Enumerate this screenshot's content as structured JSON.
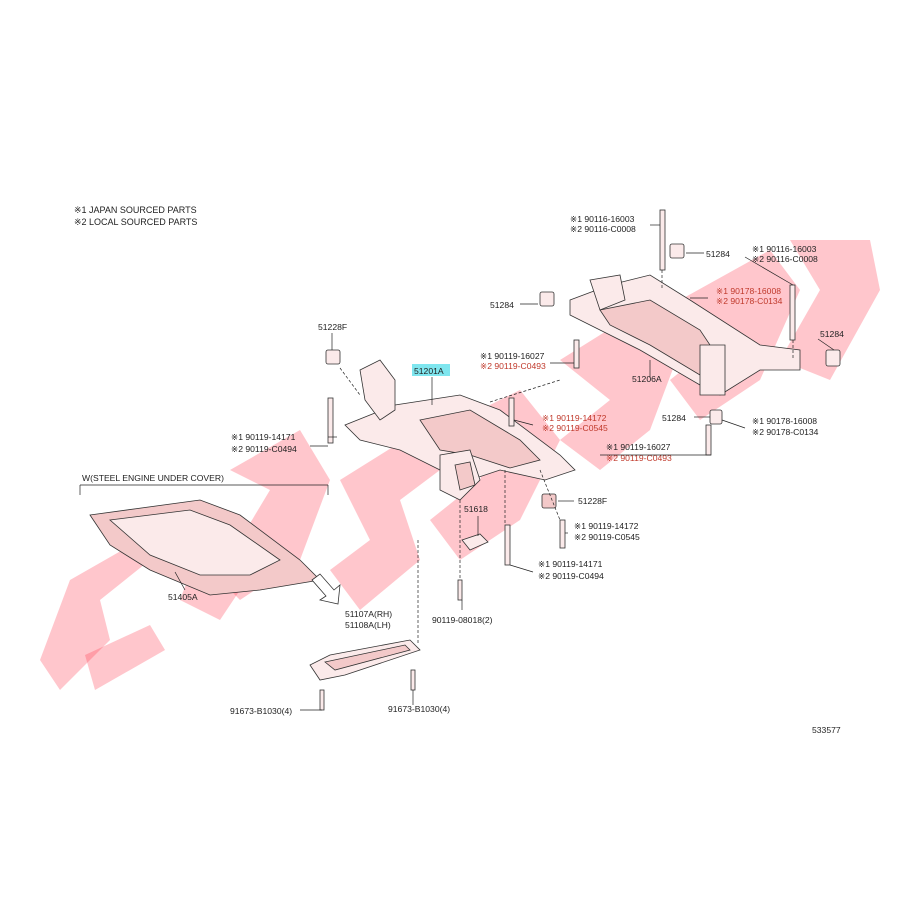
{
  "legend": {
    "line1": "※1 JAPAN SOURCED PARTS",
    "line2": "※2 LOCAL SOURCED PARTS"
  },
  "watermark": {
    "text": "JDM",
    "color": "#ff3347"
  },
  "highlight_color": "#7fe6ef",
  "labels": {
    "p51201A": "51201A",
    "p51206A": "51206A",
    "p51228F_top": "51228F",
    "p51228F_bottom": "51228F",
    "p51284_a": "51284",
    "p51284_b": "51284",
    "p51284_c": "51284",
    "p51284_d": "51284",
    "p51618": "51618",
    "p51405A": "51405A",
    "p51107A": "51107A(RH)",
    "p51108A": "51108A(LH)",
    "steel_cover": "W(STEEL ENGINE UNDER COVER)",
    "b1_a": "※1 90116-16003",
    "b1_b": "※2 90116-C0008",
    "b2_a": "※1 90116-16003",
    "b2_b": "※2 90116-C0008",
    "b3_a": "※1 90178-16008",
    "b3_b": "※2 90178-C0134",
    "b4_a": "※1 90119-16027",
    "b4_b": "※2 90119-C0493",
    "b5_a": "※1 90119-14172",
    "b5_b": "※2 90119-C0545",
    "b6_a": "※1 90119-14171",
    "b6_b": "※2 90119-C0494",
    "b7_a": "※1 90178-16008",
    "b7_b": "※2 90178-C0134",
    "b8_a": "※1 90119-16027",
    "b8_b": "※2 90119-C0493",
    "b9_a": "※1 90119-14172",
    "b9_b": "※2 90119-C0545",
    "b10_a": "※1 90119-14171",
    "b10_b": "※2 90119-C0494",
    "bolt_0818": "90119-08018(2)",
    "bolt_b1030_l": "91673-B1030(4)",
    "bolt_b1030_r": "91673-B1030(4)",
    "ref": "533577"
  }
}
